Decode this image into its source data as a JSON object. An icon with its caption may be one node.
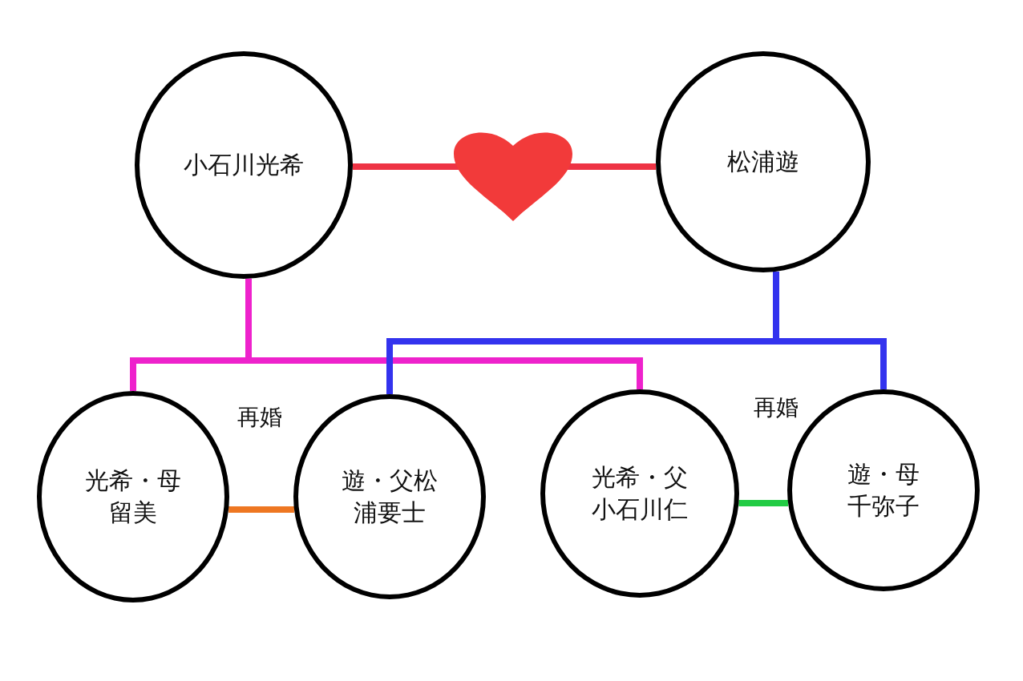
{
  "diagram": {
    "nodes": [
      {
        "text": [
          "小石川光希"
        ]
      },
      {
        "text": [
          "松浦遊"
        ]
      },
      {
        "text": [
          "光希・母留美"
        ]
      },
      {
        "text": [
          "遊・父松浦要士"
        ]
      },
      {
        "text": [
          "光希・父小石川仁"
        ]
      },
      {
        "text": [
          "遊・母千弥子"
        ]
      }
    ],
    "edges": [
      {
        "from": 0,
        "to": 1,
        "arrow": "none",
        "color": "#ee3344"
      },
      {
        "from": 0,
        "to": 2,
        "arrow": "none",
        "color": "#ee22cc"
      },
      {
        "from": 0,
        "to": 4,
        "arrow": "none",
        "color": "#ee22cc"
      },
      {
        "from": 1,
        "to": 3,
        "arrow": "none",
        "color": "#3333ee"
      },
      {
        "from": 1,
        "to": 5,
        "arrow": "none",
        "color": "#3333ee"
      },
      {
        "from": 2,
        "to": 3,
        "arrow": "none",
        "color": "#ee7722"
      },
      {
        "from": 4,
        "to": 5,
        "arrow": "none",
        "color": "#22cc44"
      }
    ],
    "labels": [
      "再婚",
      "再婚"
    ]
  }
}
